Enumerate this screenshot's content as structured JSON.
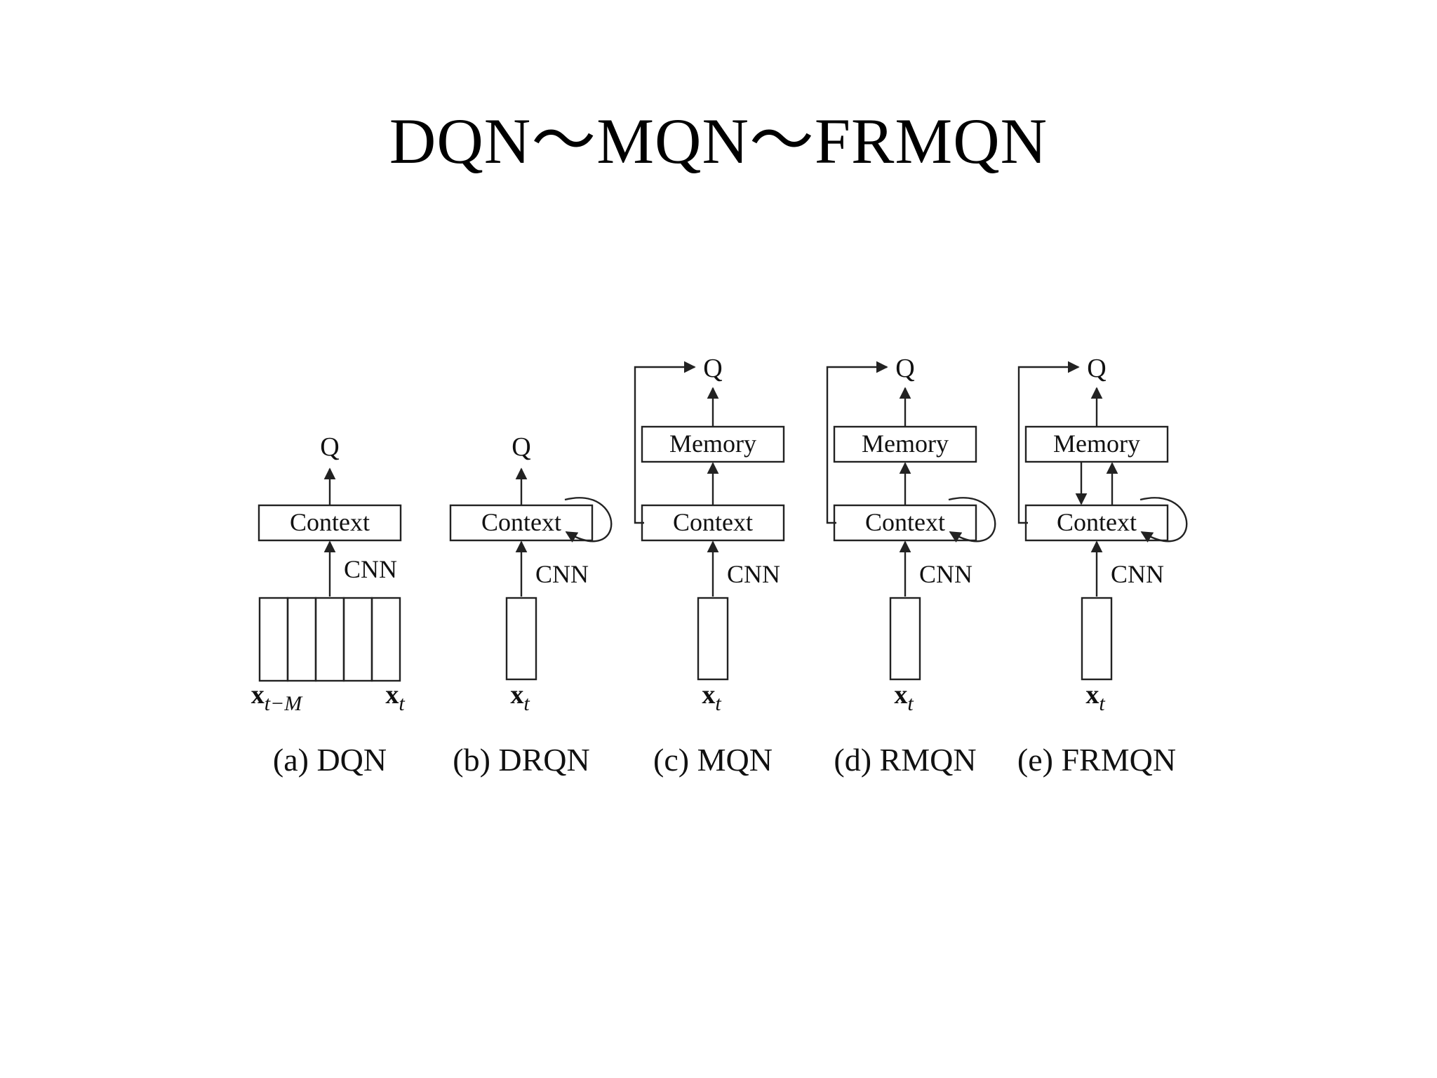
{
  "slide": {
    "title": "DQN〜MQN〜FRMQN"
  },
  "diagram": {
    "labels": {
      "q": "Q",
      "context": "Context",
      "memory": "Memory",
      "cnn": "CNN",
      "x": "x",
      "sub_t": "t",
      "sub_t_minus_m": "t−M"
    },
    "panels": [
      {
        "id": "a",
        "caption": "(a) DQN",
        "memory": false,
        "recurrent": false,
        "memory_feedback": false,
        "stacked_frames": true
      },
      {
        "id": "b",
        "caption": "(b) DRQN",
        "memory": false,
        "recurrent": true,
        "memory_feedback": false,
        "stacked_frames": false
      },
      {
        "id": "c",
        "caption": "(c) MQN",
        "memory": true,
        "recurrent": false,
        "memory_feedback": false,
        "stacked_frames": false
      },
      {
        "id": "d",
        "caption": "(d) RMQN",
        "memory": true,
        "recurrent": true,
        "memory_feedback": false,
        "stacked_frames": false
      },
      {
        "id": "e",
        "caption": "(e) FRMQN",
        "memory": true,
        "recurrent": true,
        "memory_feedback": true,
        "stacked_frames": false
      }
    ]
  }
}
